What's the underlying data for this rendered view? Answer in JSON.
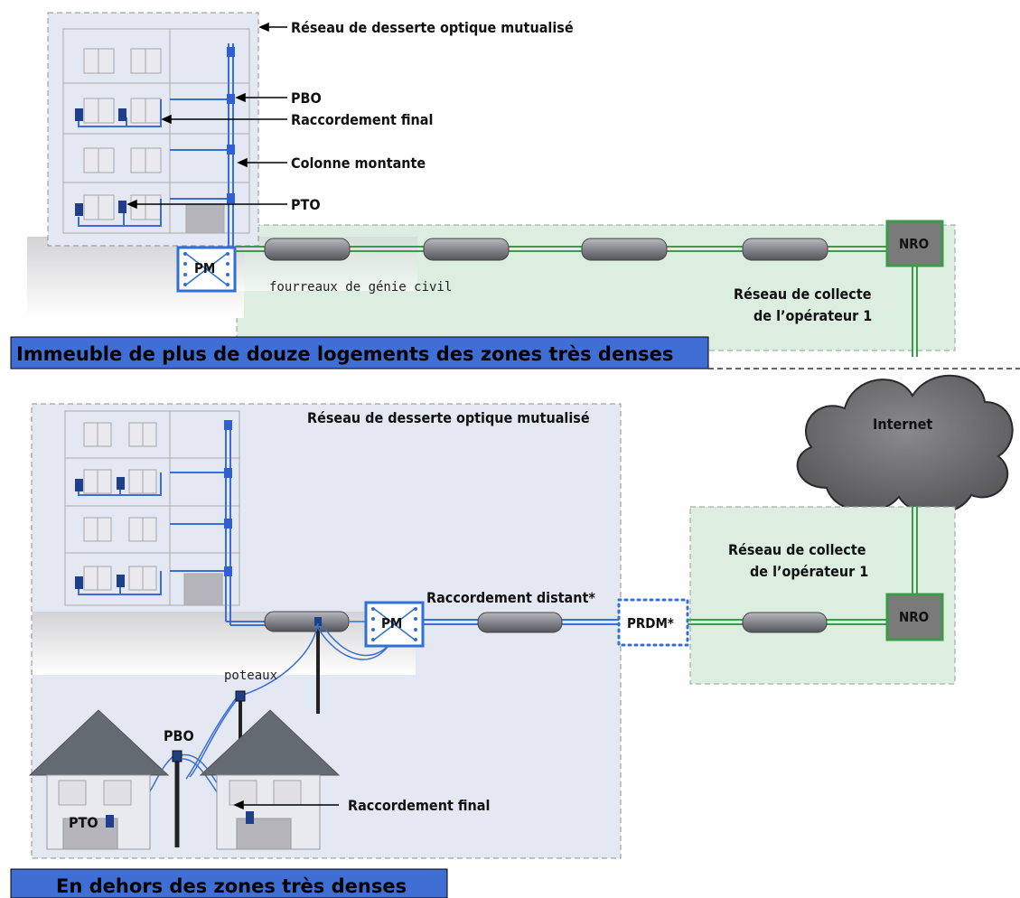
{
  "top": {
    "reseau_desserte": "Réseau de desserte optique mutualisé",
    "pbo": "PBO",
    "raccordement_final": "Raccordement final",
    "colonne_montante": "Colonne montante",
    "pto": "PTO",
    "pm": "PM",
    "fourreaux": "fourreaux de génie civil",
    "collecte_line1": "Réseau de collecte",
    "collecte_line2": "de l’opérateur 1",
    "nro": "NRO",
    "banner": "Immeuble de plus de douze logements des zones très denses"
  },
  "internet": "Internet",
  "bottom": {
    "reseau_desserte": "Réseau de desserte optique mutualisé",
    "pm": "PM",
    "raccordement_distant": "Raccordement distant*",
    "prdm": "PRDM*",
    "collecte_line1": "Réseau de collecte",
    "collecte_line2": "de l’opérateur 1",
    "nro": "NRO",
    "poteaux": "poteaux",
    "pbo": "PBO",
    "pto": "PTO",
    "raccordement_final": "Raccordement final",
    "banner": "En dehors des zones très denses"
  },
  "colors": {
    "building_zone": "#e4e8f3",
    "green_zone": "#dbeedf",
    "fiber_blue": "#3b6fd6",
    "fiber_green": "#3c9a4a",
    "banner_blue": "#3f6ed4",
    "nro_fill": "#7a7a7a"
  }
}
